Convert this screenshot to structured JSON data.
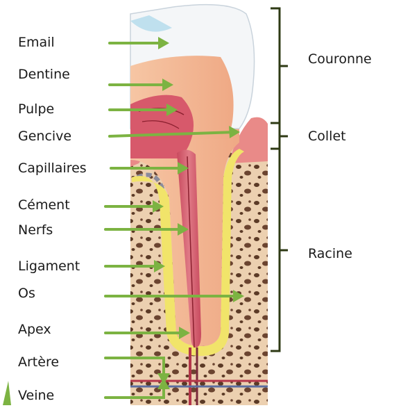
{
  "labels": {
    "email": "Email",
    "dentine": "Dentine",
    "pulpe": "Pulpe",
    "gencive": "Gencive",
    "capillaires": "Capillaires",
    "cement": "Cément",
    "nerfs": "Nerfs",
    "ligament": "Ligament",
    "os": "Os",
    "apex": "Apex",
    "artere": "Artère",
    "veine": "Veine"
  },
  "regions": {
    "couronne": "Couronne",
    "collet": "Collet",
    "racine": "Racine"
  },
  "colors": {
    "arrow": "#7cb342",
    "bracket": "#2e3a14",
    "enamel": "#f4f6f8",
    "dentine": "#f3b893",
    "pulp": "#d2566a",
    "gum": "#e88a8a",
    "bone": "#e9c9a6",
    "cementum": "#f1e46a"
  }
}
